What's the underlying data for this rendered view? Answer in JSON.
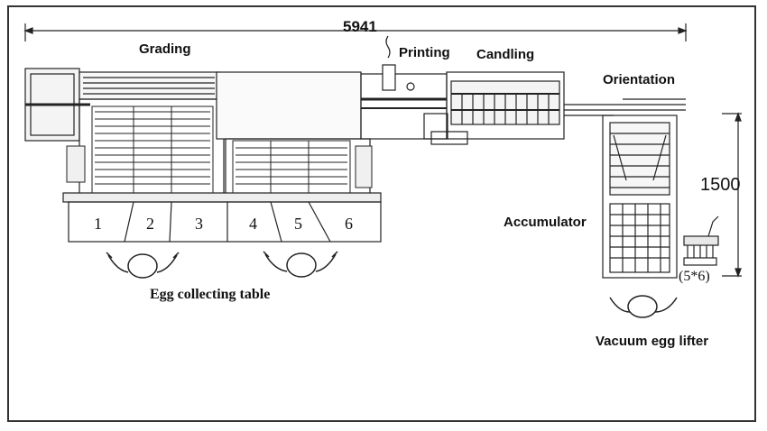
{
  "labels": {
    "overall_dimension": "5941",
    "grading": "Grading",
    "printing": "Printing",
    "candling": "Candling",
    "orientation": "Orientation",
    "accumulator": "Accumulator",
    "vertical_dimension": "1500",
    "lifter_layout": "(5*6)",
    "egg_collecting_table": "Egg collecting table",
    "vacuum_egg_lifter": "Vacuum egg lifter"
  },
  "collecting_stations": [
    "1",
    "2",
    "3",
    "4",
    "5",
    "6"
  ]
}
